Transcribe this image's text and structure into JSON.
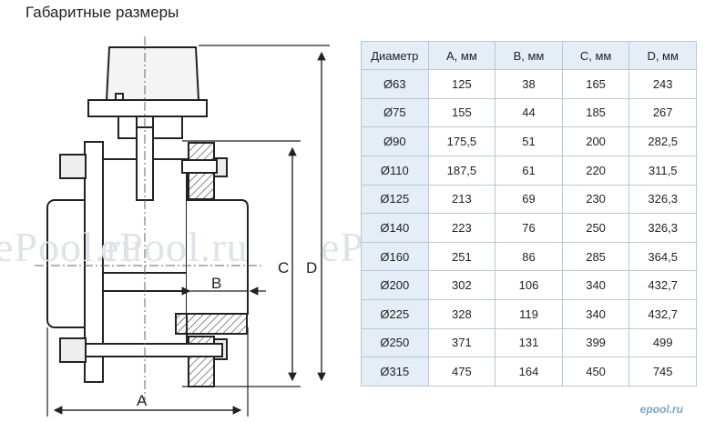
{
  "title": "Габаритные размеры",
  "labels": {
    "a": "A",
    "b": "B",
    "c": "C",
    "d": "D"
  },
  "watermark": [
    "ePool.ru",
    "ePool.ru",
    "ePool.ru",
    "ePool.ru"
  ],
  "brand": "epool.ru",
  "table": {
    "headers": [
      "Диаметр",
      "A, мм",
      "B, мм",
      "C, мм",
      "D, мм"
    ],
    "rows": [
      [
        "Ø63",
        "125",
        "38",
        "165",
        "243"
      ],
      [
        "Ø75",
        "155",
        "44",
        "185",
        "267"
      ],
      [
        "Ø90",
        "175,5",
        "51",
        "200",
        "282,5"
      ],
      [
        "Ø110",
        "187,5",
        "61",
        "220",
        "311,5"
      ],
      [
        "Ø125",
        "213",
        "69",
        "230",
        "326,3"
      ],
      [
        "Ø140",
        "223",
        "76",
        "250",
        "326,3"
      ],
      [
        "Ø160",
        "251",
        "86",
        "285",
        "364,5"
      ],
      [
        "Ø200",
        "302",
        "106",
        "340",
        "432,7"
      ],
      [
        "Ø225",
        "328",
        "119",
        "340",
        "432,7"
      ],
      [
        "Ø250",
        "371",
        "131",
        "399",
        "499"
      ],
      [
        "Ø315",
        "475",
        "164",
        "450",
        "745"
      ]
    ]
  }
}
